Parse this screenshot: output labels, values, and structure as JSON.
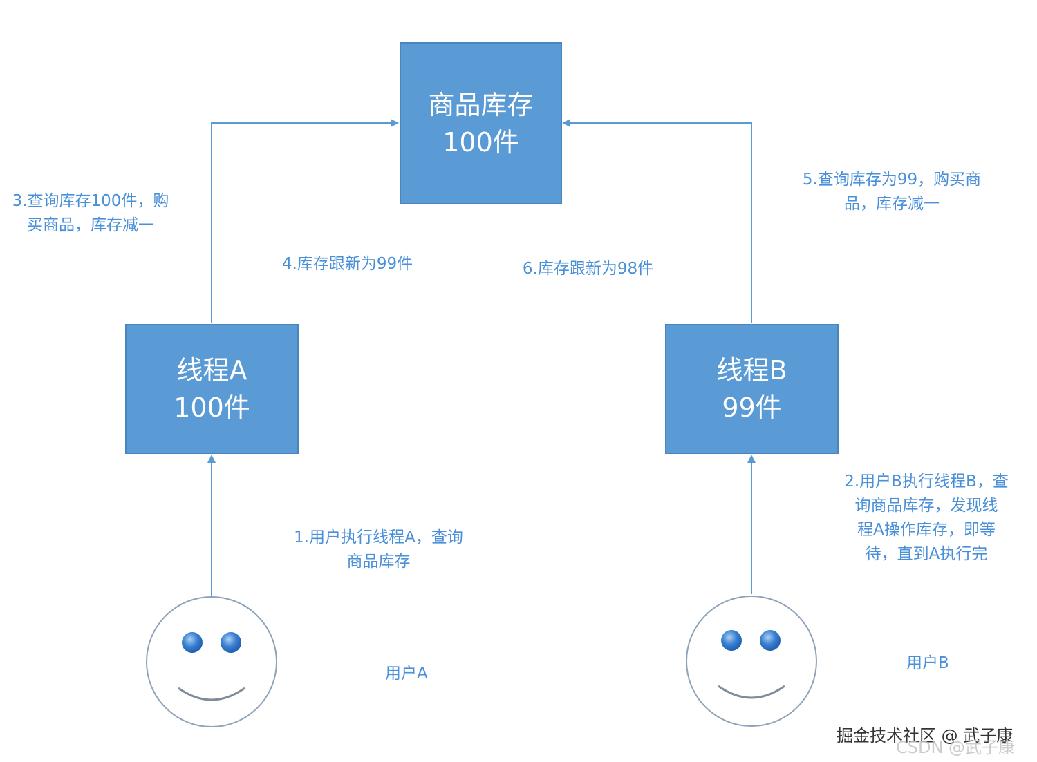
{
  "stock": {
    "title": "商品库存",
    "count": "100件"
  },
  "thread_a": {
    "title": "线程A",
    "count": "100件"
  },
  "thread_b": {
    "title": "线程B",
    "count": "99件"
  },
  "notes": {
    "step1_line1": "1.用户执行线程A，查询",
    "step1_line2": "商品库存",
    "step2_line1": "2.用户B执行线程B，查",
    "step2_line2": "询商品库存，发现线",
    "step2_line3": "程A操作库存，即等",
    "step2_line4": "待，直到A执行完",
    "step3_line1": "3.查询库存100件，购",
    "step3_line2": "买商品，库存减一",
    "step4": "4.库存跟新为99件",
    "step5_line1": "5.查询库存为99，购买商",
    "step5_line2": "品，库存减一",
    "step6": "6.库存跟新为98件"
  },
  "users": {
    "a_label": "用户A",
    "b_label": "用户B"
  },
  "watermark": {
    "line1": "掘金技术社区 @ 武子康",
    "line2": "CSDN @武子康"
  },
  "colors": {
    "box_fill": "#5b9bd5",
    "text_blue": "#4a90d9",
    "line": "#5b9bd5"
  }
}
